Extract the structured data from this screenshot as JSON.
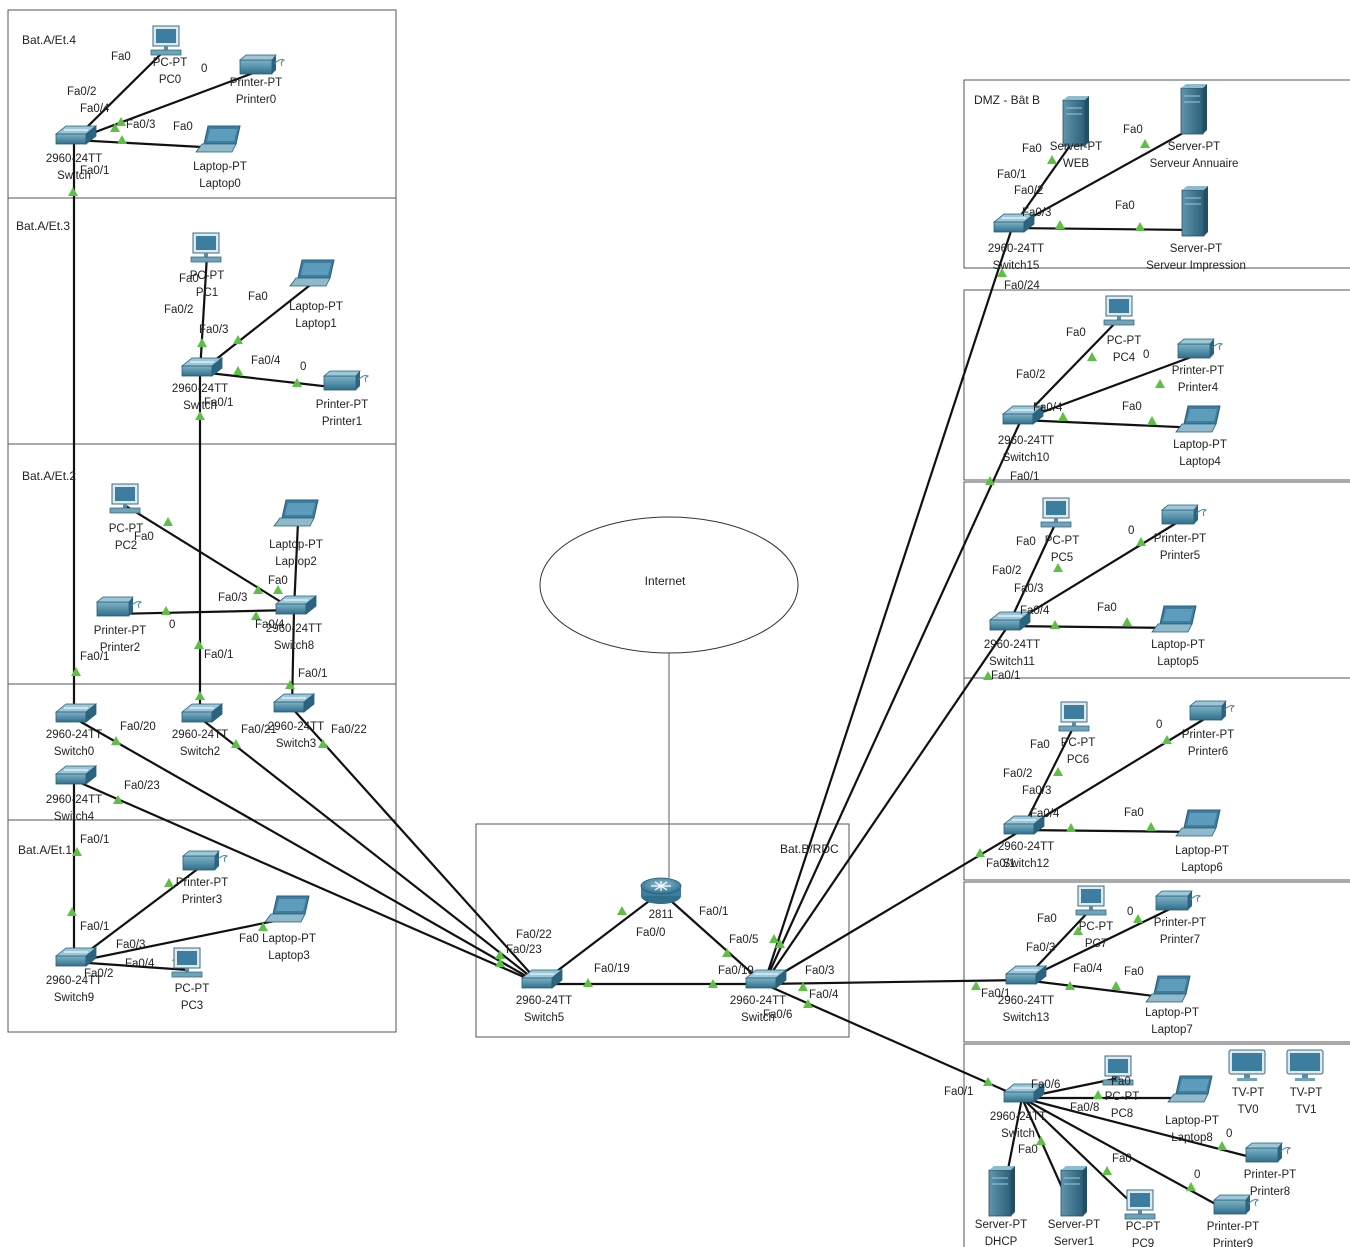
{
  "areas": [
    {
      "id": "et4",
      "label": "Bat.A/Et.4"
    },
    {
      "id": "et3",
      "label": "Bat.A/Et.3"
    },
    {
      "id": "et2",
      "label": "Bat.A/Et.2"
    },
    {
      "id": "et1",
      "label": "Bat.A/Et.1"
    },
    {
      "id": "rdc",
      "label": "Bat.B/RDC"
    },
    {
      "id": "dmz",
      "label": "DMZ - Bât B"
    }
  ],
  "internet": {
    "label": "Internet"
  },
  "devices": [
    {
      "id": "pc0",
      "type": "pc",
      "model": "PC-PT",
      "name": "PC0"
    },
    {
      "id": "printer0",
      "type": "printer",
      "model": "Printer-PT",
      "name": "Printer0"
    },
    {
      "id": "laptop0",
      "type": "laptop",
      "model": "Laptop-PT",
      "name": "Laptop0"
    },
    {
      "id": "sw_et4",
      "type": "switch",
      "model": "2960-24TT",
      "name": "Switch"
    },
    {
      "id": "pc1",
      "type": "pc",
      "model": "PC-PT",
      "name": "PC1"
    },
    {
      "id": "laptop1",
      "type": "laptop",
      "model": "Laptop-PT",
      "name": "Laptop1"
    },
    {
      "id": "printer1",
      "type": "printer",
      "model": "Printer-PT",
      "name": "Printer1"
    },
    {
      "id": "sw_et3",
      "type": "switch",
      "model": "2960-24TT",
      "name": "Switch"
    },
    {
      "id": "pc2",
      "type": "pc",
      "model": "PC-PT",
      "name": "PC2"
    },
    {
      "id": "laptop2",
      "type": "laptop",
      "model": "Laptop-PT",
      "name": "Laptop2"
    },
    {
      "id": "printer2",
      "type": "printer",
      "model": "Printer-PT",
      "name": "Printer2"
    },
    {
      "id": "switch8",
      "type": "switch",
      "model": "2960-24TT",
      "name": "Switch8"
    },
    {
      "id": "switch0",
      "type": "switch",
      "model": "2960-24TT",
      "name": "Switch0"
    },
    {
      "id": "switch2",
      "type": "switch",
      "model": "2960-24TT",
      "name": "Switch2"
    },
    {
      "id": "switch3",
      "type": "switch",
      "model": "2960-24TT",
      "name": "Switch3"
    },
    {
      "id": "switch4",
      "type": "switch",
      "model": "2960-24TT",
      "name": "Switch4"
    },
    {
      "id": "printer3",
      "type": "printer",
      "model": "Printer-PT",
      "name": "Printer3"
    },
    {
      "id": "laptop3",
      "type": "laptop",
      "model": "Laptop-PT",
      "name": "Laptop3"
    },
    {
      "id": "pc3",
      "type": "pc",
      "model": "PC-PT",
      "name": "PC3"
    },
    {
      "id": "switch9",
      "type": "switch",
      "model": "2960-24TT",
      "name": "Switch9"
    },
    {
      "id": "router",
      "type": "router",
      "model": "2811",
      "name": ""
    },
    {
      "id": "switch5",
      "type": "switch",
      "model": "2960-24TT",
      "name": "Switch5"
    },
    {
      "id": "switch_rdc",
      "type": "switch",
      "model": "2960-24TT",
      "name": "Switch"
    },
    {
      "id": "web",
      "type": "server",
      "model": "Server-PT",
      "name": "WEB"
    },
    {
      "id": "annuaire",
      "type": "server",
      "model": "Server-PT",
      "name": "Serveur Annuaire"
    },
    {
      "id": "impression",
      "type": "server",
      "model": "Server-PT",
      "name": "Serveur Impression"
    },
    {
      "id": "switch15",
      "type": "switch",
      "model": "2960-24TT",
      "name": "Switch15"
    },
    {
      "id": "pc4",
      "type": "pc",
      "model": "PC-PT",
      "name": "PC4"
    },
    {
      "id": "printer4",
      "type": "printer",
      "model": "Printer-PT",
      "name": "Printer4"
    },
    {
      "id": "laptop4",
      "type": "laptop",
      "model": "Laptop-PT",
      "name": "Laptop4"
    },
    {
      "id": "switch10",
      "type": "switch",
      "model": "2960-24TT",
      "name": "Switch10"
    },
    {
      "id": "pc5",
      "type": "pc",
      "model": "PC-PT",
      "name": "PC5"
    },
    {
      "id": "printer5",
      "type": "printer",
      "model": "Printer-PT",
      "name": "Printer5"
    },
    {
      "id": "laptop5",
      "type": "laptop",
      "model": "Laptop-PT",
      "name": "Laptop5"
    },
    {
      "id": "switch11",
      "type": "switch",
      "model": "2960-24TT",
      "name": "Switch11"
    },
    {
      "id": "pc6",
      "type": "pc",
      "model": "PC-PT",
      "name": "PC6"
    },
    {
      "id": "printer6",
      "type": "printer",
      "model": "Printer-PT",
      "name": "Printer6"
    },
    {
      "id": "laptop6",
      "type": "laptop",
      "model": "Laptop-PT",
      "name": "Laptop6"
    },
    {
      "id": "switch12",
      "type": "switch",
      "model": "2960-24TT",
      "name": "Switch12"
    },
    {
      "id": "pc7",
      "type": "pc",
      "model": "PC-PT",
      "name": "PC7"
    },
    {
      "id": "printer7",
      "type": "printer",
      "model": "Printer-PT",
      "name": "Printer7"
    },
    {
      "id": "laptop7",
      "type": "laptop",
      "model": "Laptop-PT",
      "name": "Laptop7"
    },
    {
      "id": "switch13",
      "type": "switch",
      "model": "2960-24TT",
      "name": "Switch13"
    },
    {
      "id": "switch14",
      "type": "switch",
      "model": "2960-24TT",
      "name": "Switch"
    },
    {
      "id": "pc8",
      "type": "pc",
      "model": "PC-PT",
      "name": "PC8"
    },
    {
      "id": "laptop8",
      "type": "laptop",
      "model": "Laptop-PT",
      "name": "Laptop8"
    },
    {
      "id": "tv0",
      "type": "tv",
      "model": "TV-PT",
      "name": "TV0"
    },
    {
      "id": "tv1",
      "type": "tv",
      "model": "TV-PT",
      "name": "TV1"
    },
    {
      "id": "printer8",
      "type": "printer",
      "model": "Printer-PT",
      "name": "Printer8"
    },
    {
      "id": "printer9",
      "type": "printer",
      "model": "Printer-PT",
      "name": "Printer9"
    },
    {
      "id": "dhcp",
      "type": "server",
      "model": "Server-PT",
      "name": "DHCP"
    },
    {
      "id": "server1",
      "type": "server",
      "model": "Server-PT",
      "name": "Server1"
    },
    {
      "id": "pc9",
      "type": "pc",
      "model": "PC-PT",
      "name": "PC9"
    }
  ],
  "ports": [
    "Fa0",
    "Fa0/1",
    "Fa0/2",
    "Fa0/3",
    "Fa0/4",
    "Fa0/5",
    "Fa0/6",
    "Fa0/8",
    "Fa0/19",
    "Fa0/20",
    "Fa0/21",
    "Fa0/22",
    "Fa0/23",
    "Fa0/24",
    "0"
  ]
}
